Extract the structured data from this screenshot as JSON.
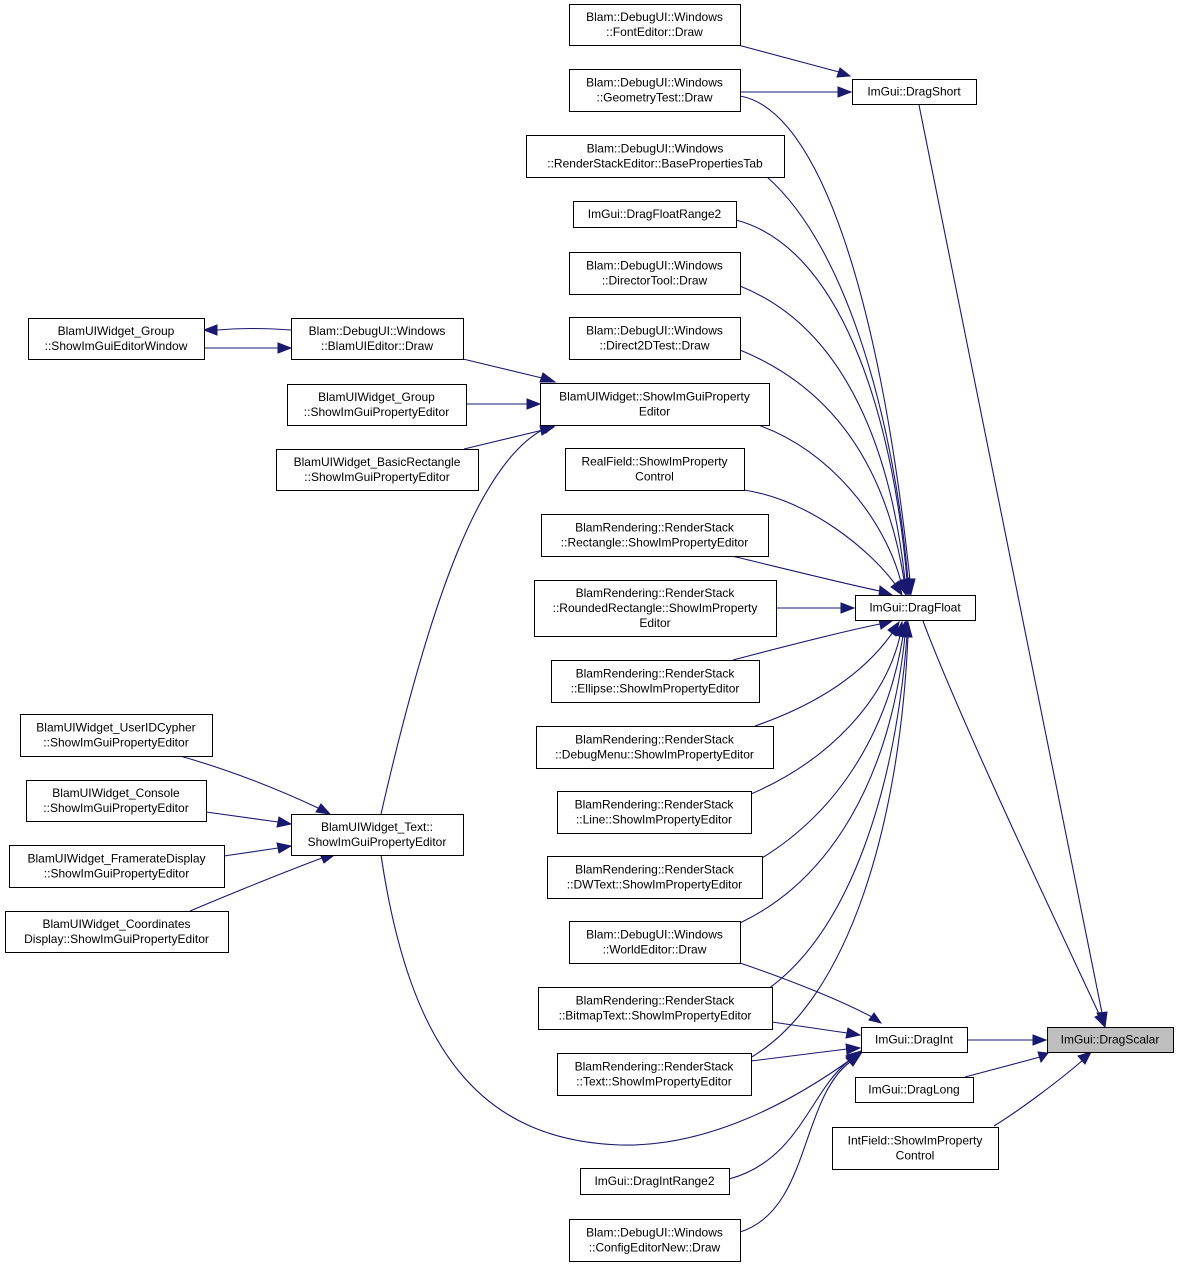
{
  "focus_node": "Im Gui::DragScalar",
  "colors": {
    "edge": "#191970",
    "node_border": "#000000",
    "focus_fill": "#bfbfbf",
    "node_fill": "#ffffff"
  },
  "nodes": [
    {
      "id": "dragscalar",
      "lines": [
        "ImGui::DragScalar"
      ]
    },
    {
      "id": "dragint",
      "lines": [
        "ImGui::DragInt"
      ]
    },
    {
      "id": "draglong",
      "lines": [
        "ImGui::DragLong"
      ]
    },
    {
      "id": "intfield",
      "lines": [
        "IntField::ShowImProperty",
        "Control"
      ]
    },
    {
      "id": "dragfloat",
      "lines": [
        "ImGui::DragFloat"
      ]
    },
    {
      "id": "dragshort",
      "lines": [
        "ImGui::DragShort"
      ]
    },
    {
      "id": "fonteditor",
      "lines": [
        "Blam::DebugUI::Windows",
        "::FontEditor::Draw"
      ]
    },
    {
      "id": "geometrytest",
      "lines": [
        "Blam::DebugUI::Windows",
        "::GeometryTest::Draw"
      ]
    },
    {
      "id": "renderstackeditor",
      "lines": [
        "Blam::DebugUI::Windows",
        "::RenderStackEditor::BasePropertiesTab"
      ]
    },
    {
      "id": "dragfloatrange2",
      "lines": [
        "ImGui::DragFloatRange2"
      ]
    },
    {
      "id": "directortool",
      "lines": [
        "Blam::DebugUI::Windows",
        "::DirectorTool::Draw"
      ]
    },
    {
      "id": "direct2dtest",
      "lines": [
        "Blam::DebugUI::Windows",
        "::Direct2DTest::Draw"
      ]
    },
    {
      "id": "showimguipropertyeditor",
      "lines": [
        "BlamUIWidget::ShowImGuiProperty",
        "Editor"
      ]
    },
    {
      "id": "realfield",
      "lines": [
        "RealField::ShowImProperty",
        "Control"
      ]
    },
    {
      "id": "rs_rectangle",
      "lines": [
        "BlamRendering::RenderStack",
        "::Rectangle::ShowImPropertyEditor"
      ]
    },
    {
      "id": "rs_roundedrect",
      "lines": [
        "BlamRendering::RenderStack",
        "::RoundedRectangle::ShowImProperty",
        "Editor"
      ]
    },
    {
      "id": "rs_ellipse",
      "lines": [
        "BlamRendering::RenderStack",
        "::Ellipse::ShowImPropertyEditor"
      ]
    },
    {
      "id": "rs_debugmenu",
      "lines": [
        "BlamRendering::RenderStack",
        "::DebugMenu::ShowImPropertyEditor"
      ]
    },
    {
      "id": "rs_line",
      "lines": [
        "BlamRendering::RenderStack",
        "::Line::ShowImPropertyEditor"
      ]
    },
    {
      "id": "rs_dwtext",
      "lines": [
        "BlamRendering::RenderStack",
        "::DWText::ShowImPropertyEditor"
      ]
    },
    {
      "id": "worldeditor",
      "lines": [
        "Blam::DebugUI::Windows",
        "::WorldEditor::Draw"
      ]
    },
    {
      "id": "rs_bitmaptext",
      "lines": [
        "BlamRendering::RenderStack",
        "::BitmapText::ShowImPropertyEditor"
      ]
    },
    {
      "id": "rs_text",
      "lines": [
        "BlamRendering::RenderStack",
        "::Text::ShowImPropertyEditor"
      ]
    },
    {
      "id": "dragintrange2",
      "lines": [
        "ImGui::DragIntRange2"
      ]
    },
    {
      "id": "configeditornew",
      "lines": [
        "Blam::DebugUI::Windows",
        "::ConfigEditorNew::Draw"
      ]
    },
    {
      "id": "blamuieditor",
      "lines": [
        "Blam::DebugUI::Windows",
        "::BlamUIEditor::Draw"
      ]
    },
    {
      "id": "group_window",
      "lines": [
        "BlamUIWidget_Group",
        "::ShowImGuiEditorWindow"
      ]
    },
    {
      "id": "group_prop",
      "lines": [
        "BlamUIWidget_Group",
        "::ShowImGuiPropertyEditor"
      ]
    },
    {
      "id": "basicrect",
      "lines": [
        "BlamUIWidget_BasicRectangle",
        "::ShowImGuiPropertyEditor"
      ]
    },
    {
      "id": "text_prop",
      "lines": [
        "BlamUIWidget_Text::",
        "ShowImGuiPropertyEditor"
      ]
    },
    {
      "id": "useridcypher",
      "lines": [
        "BlamUIWidget_UserIDCypher",
        "::ShowImGuiPropertyEditor"
      ]
    },
    {
      "id": "console",
      "lines": [
        "BlamUIWidget_Console",
        "::ShowImGuiPropertyEditor"
      ]
    },
    {
      "id": "framerate",
      "lines": [
        "BlamUIWidget_FramerateDisplay",
        "::ShowImGuiPropertyEditor"
      ]
    },
    {
      "id": "coordinates",
      "lines": [
        "BlamUIWidget_Coordinates",
        "Display::ShowImGuiPropertyEditor"
      ]
    }
  ]
}
